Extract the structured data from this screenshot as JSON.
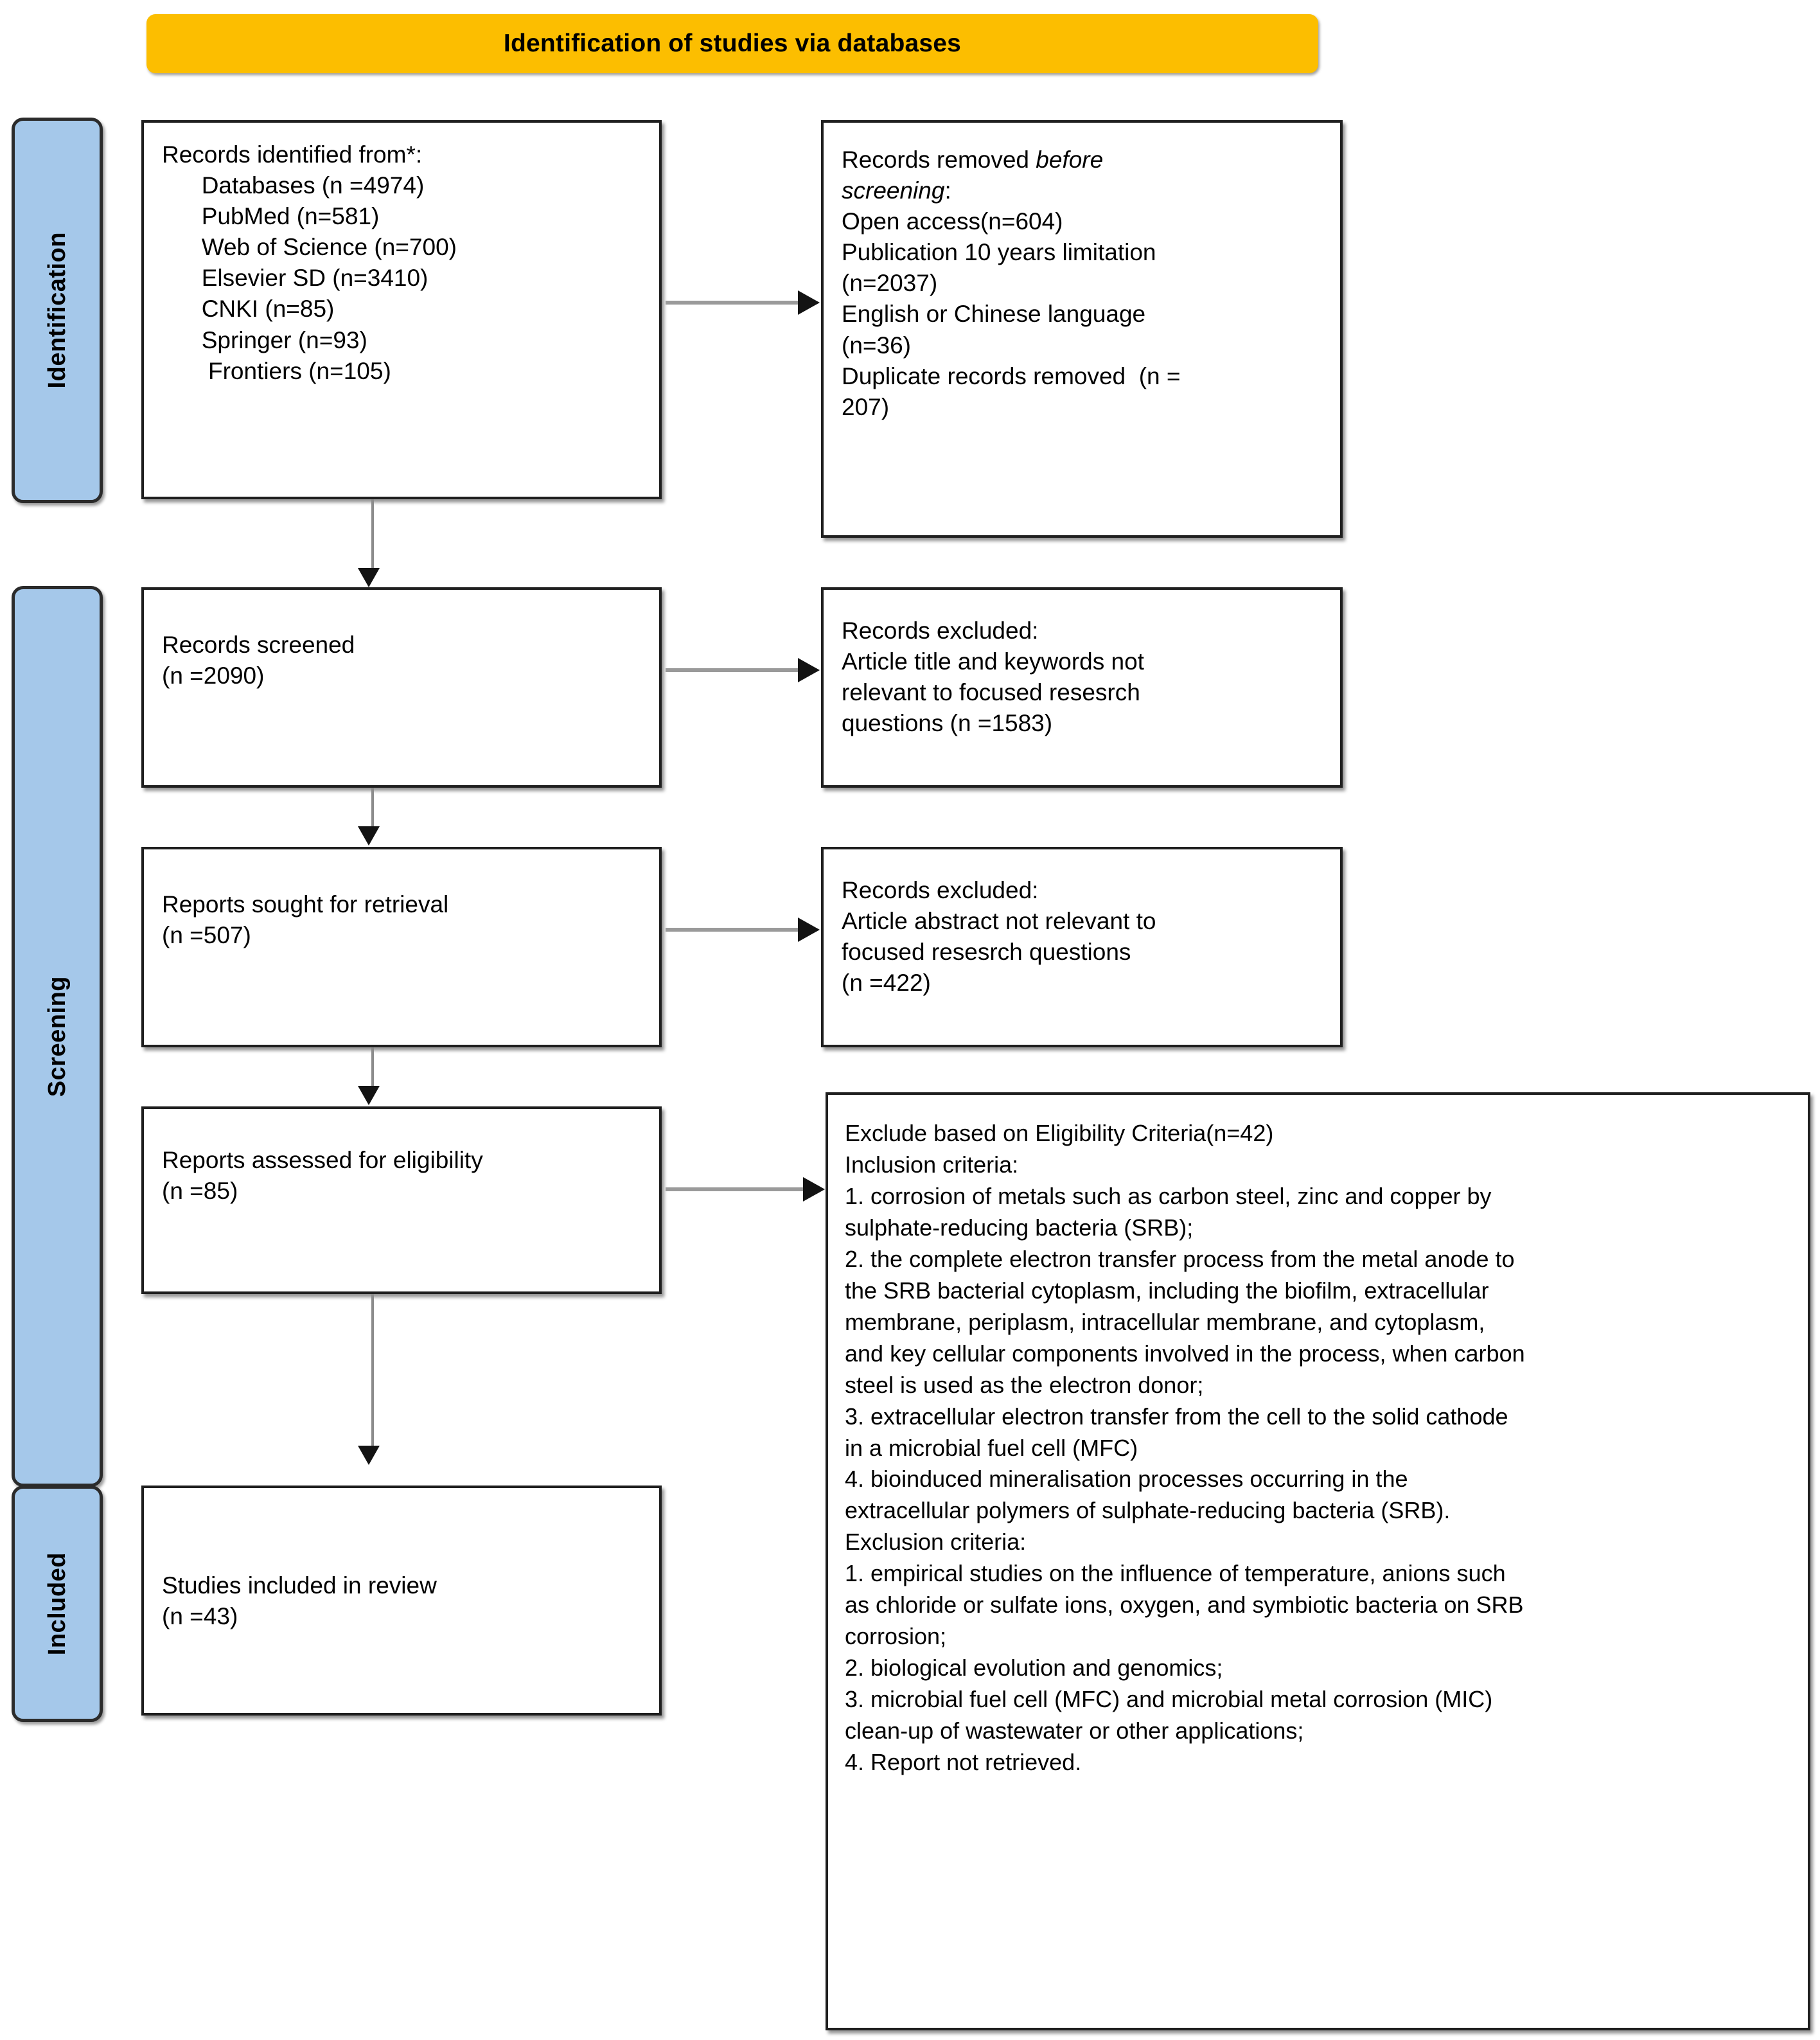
{
  "banner": {
    "title": "Identification of studies via databases",
    "color": "#fcbe00"
  },
  "stages": {
    "identification": "Identification",
    "screening": "Screening",
    "included": "Included",
    "color": "#a5c8ea"
  },
  "boxes": {
    "identified": "Records identified from*:\n      Databases (n =4974)\n      PubMed (n=581)\n      Web of Science (n=700)\n      Elsevier SD (n=3410)\n      CNKI (n=85)\n      Springer (n=93)\n       Frontiers (n=105)",
    "removed_head": "Records removed ",
    "removed_em1": "before",
    "removed_em2": "screening",
    "removed_rest": ":\nOpen access(n=604)\nPublication 10 years limitation\n(n=2037)\nEnglish or Chinese language\n(n=36)\nDuplicate records removed  (n =\n207)",
    "screened": "Records screened\n(n =2090)",
    "excluded_1": "Records excluded:\nArticle title and keywords not\nrelevant to focused resesrch\nquestions (n =1583)",
    "sought": "Reports sought for retrieval\n(n =507)",
    "excluded_2": "Records excluded:\nArticle abstract not relevant to\nfocused resesrch questions\n(n =422)",
    "eligibility": "Reports assessed for eligibility\n(n =85)",
    "criteria": "Exclude based on Eligibility Criteria(n=42)\nInclusion criteria:\n1. corrosion of metals such as carbon steel, zinc and copper by\nsulphate-reducing bacteria (SRB);\n2. the complete electron transfer process from the metal anode to\nthe SRB bacterial cytoplasm, including the biofilm, extracellular\nmembrane, periplasm, intracellular membrane, and cytoplasm,\nand key cellular components involved in the process, when carbon\nsteel is used as the electron donor;\n3. extracellular electron transfer from the cell to the solid cathode\nin a microbial fuel cell (MFC)\n4. bioinduced mineralisation processes occurring in the\nextracellular polymers of sulphate-reducing bacteria (SRB).\nExclusion criteria:\n1. empirical studies on the influence of temperature, anions such\nas chloride or sulfate ions, oxygen, and symbiotic bacteria on SRB\ncorrosion;\n2. biological evolution and genomics;\n3. microbial fuel cell (MFC) and microbial metal corrosion (MIC)\nclean-up of wastewater or other applications;\n4. Report not retrieved.",
    "included": "Studies included in review\n(n =43)"
  }
}
